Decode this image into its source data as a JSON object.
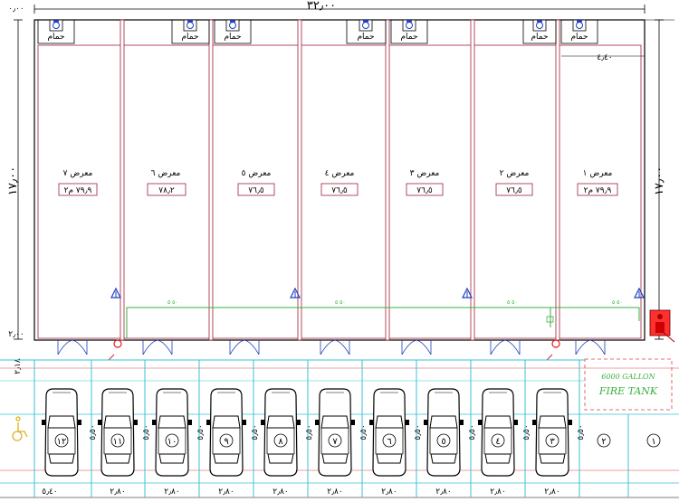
{
  "top_dimension": "٣٢٫٠٠",
  "top_left_dimension": "٠٫٠٠",
  "right_wall_dimension": "٤٫٤٠",
  "height_dimension": "١٧٫٠٠",
  "left_margin_dimension": "٢٫٠٠",
  "front_gap_dimension": "٢٫١٨",
  "bathroom_label": "حمام",
  "showrooms": [
    {
      "name": "معرض ٧",
      "area": "٧٩٫٩ م٢"
    },
    {
      "name": "معرض ٦",
      "area": "٧٨٫٢"
    },
    {
      "name": "معرض ٥",
      "area": "٧٦٫٥"
    },
    {
      "name": "معرض ٤",
      "area": "٧٦٫٥"
    },
    {
      "name": "معرض ٣",
      "area": "٧٦٫٥"
    },
    {
      "name": "معرض ٢",
      "area": "٧٦٫٥"
    },
    {
      "name": "معرض ١",
      "area": "٧٩٫٩ م٢"
    }
  ],
  "fire_tank": {
    "line1": "6000 GALLON",
    "line2": "FIRE TANK"
  },
  "parking_spaces": [
    "١٢",
    "١١",
    "١٠",
    "٩",
    "٨",
    "٧",
    "٦",
    "٥",
    "٤",
    "٣",
    "٢",
    "١"
  ],
  "parking_depth": "٥٫٥٠",
  "parking_width": "٢٫٨٠",
  "parking_side": "٥٫٤٠",
  "colors": {
    "wall": "#a0203a",
    "grid": "#000000",
    "fire_line": "#3cb043",
    "sprinkler": "#1f3fbf",
    "hydrant": "#e02020",
    "parking_line": "#39c3d6",
    "parking_stop": "#e04040"
  }
}
